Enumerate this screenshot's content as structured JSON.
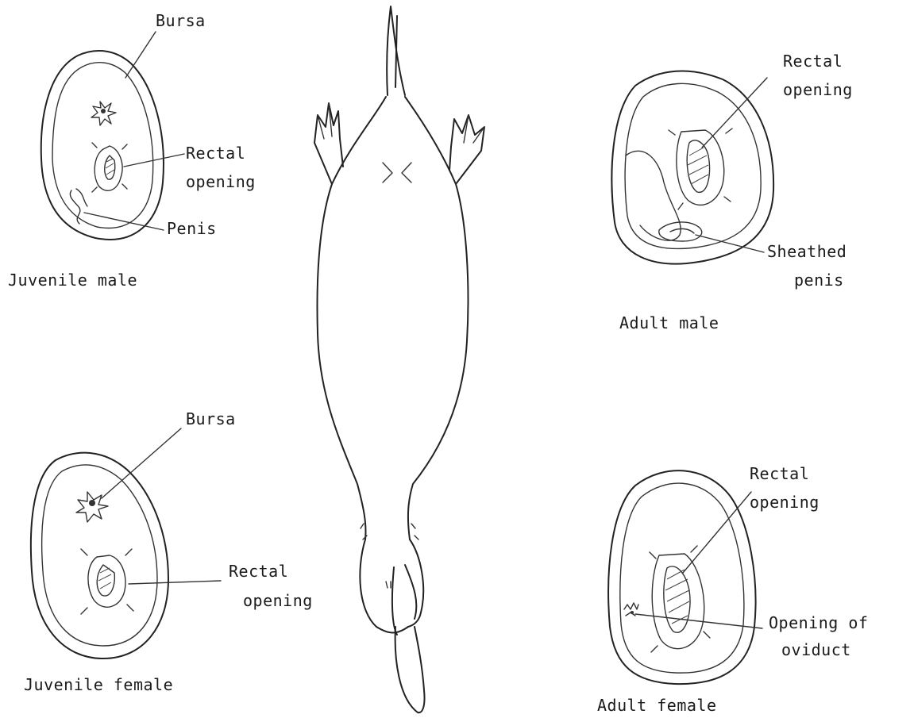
{
  "juvenile_male": {
    "caption": "Juvenile male",
    "bursa": "Bursa",
    "rectal_1": "Rectal",
    "rectal_2": "opening",
    "penis": "Penis"
  },
  "juvenile_female": {
    "caption": "Juvenile female",
    "bursa": "Bursa",
    "rectal_1": "Rectal",
    "rectal_2": "opening"
  },
  "adult_male": {
    "caption": "Adult male",
    "rectal_1": "Rectal",
    "rectal_2": "opening",
    "penis_1": "Sheathed",
    "penis_2": "penis"
  },
  "adult_female": {
    "caption": "Adult female",
    "rectal_1": "Rectal",
    "rectal_2": "opening",
    "oviduct_1": "Opening of",
    "oviduct_2": "oviduct"
  }
}
